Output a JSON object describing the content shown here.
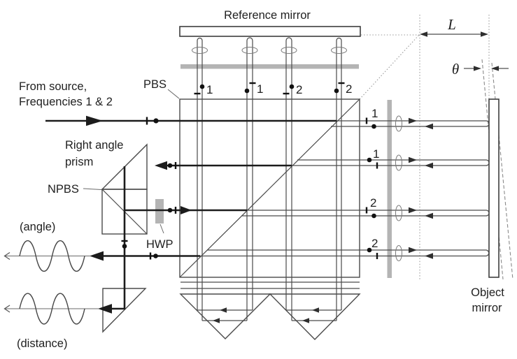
{
  "labels": {
    "reference_mirror": "Reference mirror",
    "pbs": "PBS",
    "npbs": "NPBS",
    "hwp": "HWP",
    "right_angle_prism": [
      "Right angle",
      "prism"
    ],
    "source": [
      "From source,",
      "Frequencies 1 & 2"
    ],
    "angle_output": "(angle)",
    "distance_output": "(distance)",
    "object_mirror": [
      "Object",
      "mirror"
    ],
    "distance_symbol": "L",
    "tilt_symbol": "θ"
  },
  "frequency_labels": {
    "reference_arm": [
      "1",
      "1",
      "2",
      "2"
    ],
    "measurement_arm": [
      "1",
      "1",
      "2",
      "2"
    ]
  },
  "colors": {
    "thick_beam": "#1c1c1c",
    "thin_line": "#4a4a4a",
    "waveplate_gray": "#b4b4b4",
    "dotted_guide": "#9a9a9a",
    "background": "#ffffff"
  }
}
